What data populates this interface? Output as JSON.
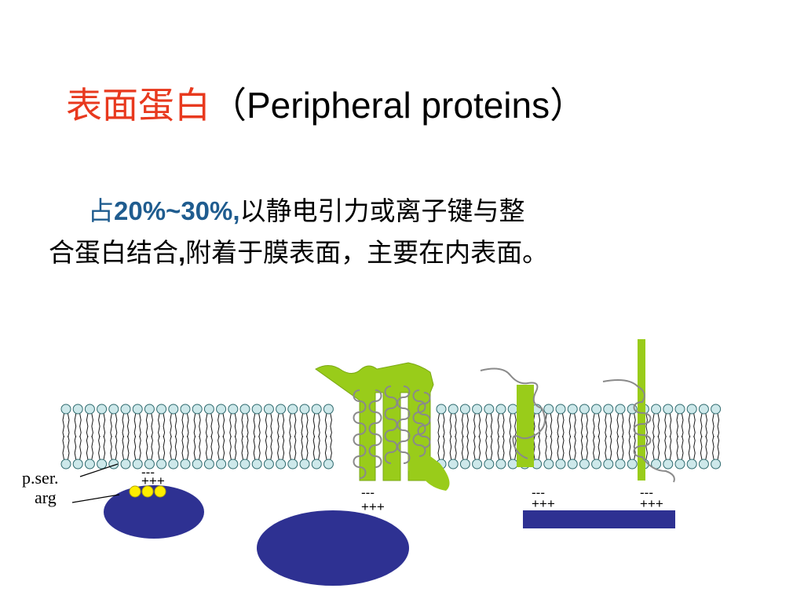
{
  "title": {
    "chinese": "表面蛋白",
    "english": "（Peripheral proteins）"
  },
  "description": {
    "line1_prefix": "占",
    "line1_percent": "20%~30%,",
    "line1_rest": "以静电引力或离子键与整",
    "line2_start": "合蛋白结合",
    "line2_comma": ",",
    "line2_rest": "附着于膜表面，主要在内表面。"
  },
  "labels": {
    "pser": "p.ser.",
    "arg": "arg"
  },
  "charges": {
    "minus": "---",
    "plus": "+++"
  },
  "colors": {
    "title_red": "#e8391e",
    "percent_blue": "#1f5c8f",
    "protein_green": "#99cc1a",
    "peripheral_blue": "#2e3192",
    "lipid_head": "#cde8ea",
    "residue_yellow": "#ffee00"
  }
}
